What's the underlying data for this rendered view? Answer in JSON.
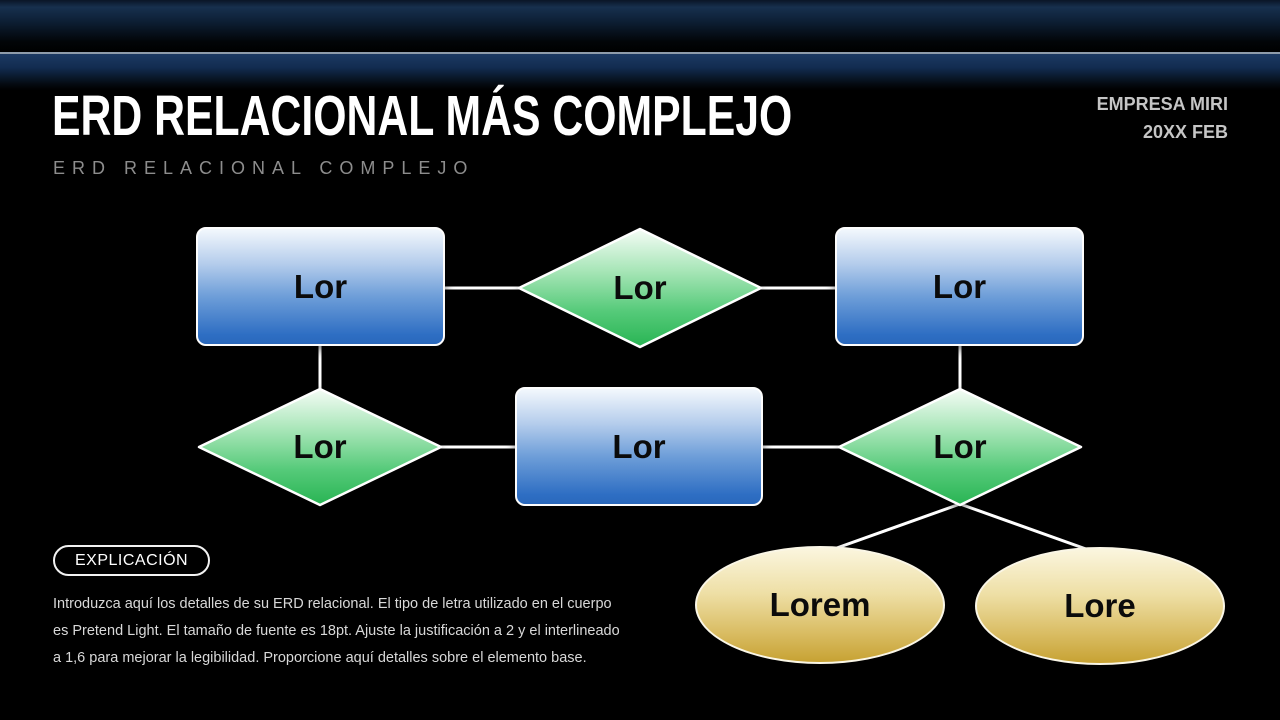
{
  "header": {
    "title": "ERD RELACIONAL MÁS COMPLEJO",
    "subtitle": "ERD RELACIONAL COMPLEJO",
    "company": "EMPRESA MIRI",
    "date": "20XX FEB"
  },
  "diagram": {
    "entities": [
      {
        "label": "Lor"
      },
      {
        "label": "Lor"
      },
      {
        "label": "Lor"
      }
    ],
    "relations": [
      {
        "label": "Lor"
      },
      {
        "label": "Lor"
      },
      {
        "label": "Lor"
      }
    ],
    "attributes": [
      {
        "label": "Lorem"
      },
      {
        "label": "Lore"
      }
    ],
    "colors": {
      "entity_fill": "#2e6ec3",
      "relation_fill": "#29b453",
      "attribute_fill": "#c7a233",
      "connector": "#ffffff",
      "shape_border": "#ffffff"
    }
  },
  "explanation": {
    "badge": "EXPLICACIÓN",
    "lines": [
      "Introduzca aquí los detalles de su ERD relacional. El tipo de letra utilizado en el cuerpo",
      "es Pretend Light. El tamaño de fuente es 18pt. Ajuste la justificación a 2 y el interlineado",
      "a 1,6 para mejorar la legibilidad. Proporcione aquí detalles sobre el elemento base."
    ]
  }
}
